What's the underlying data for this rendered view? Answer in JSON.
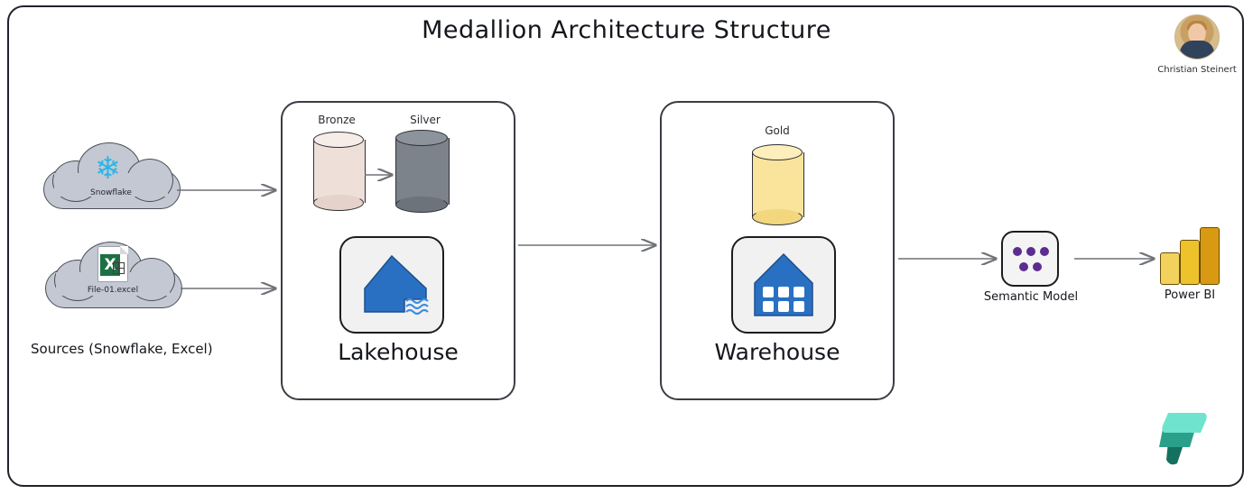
{
  "page": {
    "title": "Medallion Architecture Structure",
    "author_name": "Christian Steinert"
  },
  "sources": {
    "caption": "Sources (Snowflake, Excel)",
    "items": [
      {
        "label": "Snowflake",
        "icon": "snowflake-icon",
        "color": "#29b5e8"
      },
      {
        "label": "File-01.excel",
        "icon": "excel-file-icon",
        "color": "#1d7044"
      }
    ]
  },
  "lakehouse": {
    "title": "Lakehouse",
    "icon": "lakehouse-icon",
    "tiers": [
      {
        "label": "Bronze",
        "color": "#efdfd9"
      },
      {
        "label": "Silver",
        "color": "#7d838b"
      }
    ]
  },
  "warehouse": {
    "title": "Warehouse",
    "icon": "warehouse-icon",
    "tiers": [
      {
        "label": "Gold",
        "color": "#fae49c"
      }
    ]
  },
  "semantic_model": {
    "label": "Semantic Model",
    "icon": "semantic-model-icon",
    "dot_color": "#5b2d90"
  },
  "power_bi": {
    "label": "Power BI",
    "icon": "power-bi-icon",
    "bar_colors": [
      "#f2d25c",
      "#eec22b",
      "#d79a12"
    ]
  },
  "branding": {
    "logo": "microsoft-fabric-logo",
    "colors": [
      "#6fe3cd",
      "#2aa08a",
      "#14705f"
    ]
  },
  "flow": {
    "arrow_color": "#6f7277",
    "edges": [
      {
        "from": "snowflake-source",
        "to": "lakehouse"
      },
      {
        "from": "excel-source",
        "to": "lakehouse"
      },
      {
        "from": "bronze-cylinder",
        "to": "silver-cylinder"
      },
      {
        "from": "lakehouse",
        "to": "warehouse"
      },
      {
        "from": "warehouse",
        "to": "semantic-model"
      },
      {
        "from": "semantic-model",
        "to": "power-bi"
      }
    ]
  }
}
